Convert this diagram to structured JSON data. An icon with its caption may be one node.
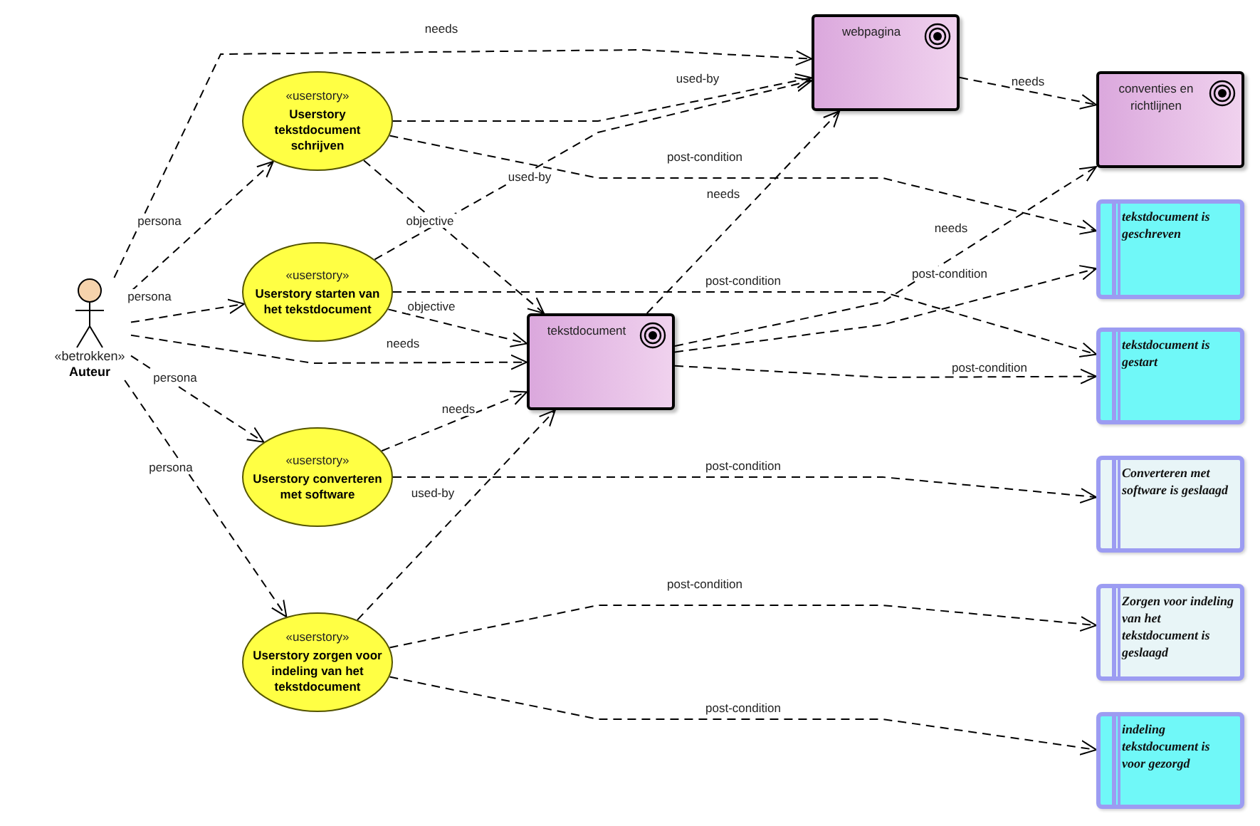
{
  "diagram": {
    "nodes": [
      {
        "text": [
          "«betrokken»",
          "Auteur"
        ]
      },
      {
        "text": [
          "«userstory»",
          "Userstory tekstdocument schrijven"
        ]
      },
      {
        "text": [
          "«userstory»",
          "Userstory starten van het tekstdocument"
        ]
      },
      {
        "text": [
          "«userstory»",
          "Userstory converteren met software"
        ]
      },
      {
        "text": [
          "«userstory»",
          "Userstory zorgen voor indeling van het tekstdocument"
        ]
      },
      {
        "text": [
          "webpagina"
        ]
      },
      {
        "text": [
          "conventies en richtlijnen"
        ]
      },
      {
        "text": [
          "tekstdocument"
        ]
      },
      {
        "text": [
          "tekstdocument is geschreven"
        ]
      },
      {
        "text": [
          "tekstdocument is gestart"
        ]
      },
      {
        "text": [
          "Converteren met software is geslaagd"
        ]
      },
      {
        "text": [
          "Zorgen voor indeling van het tekstdocument is geslaagd"
        ]
      },
      {
        "text": [
          "indeling tekstdocument is voor gezorgd"
        ]
      }
    ],
    "edges": [
      {
        "from": 0,
        "to": 1,
        "arrow": "to",
        "label": "persona"
      },
      {
        "from": 0,
        "to": 5,
        "arrow": "to",
        "label": "needs"
      },
      {
        "from": 0,
        "to": 2,
        "arrow": "to",
        "label": "persona"
      },
      {
        "from": 0,
        "to": 7,
        "arrow": "to",
        "label": "needs"
      },
      {
        "from": 0,
        "to": 3,
        "arrow": "to",
        "label": "persona"
      },
      {
        "from": 0,
        "to": 4,
        "arrow": "to",
        "label": "persona"
      },
      {
        "from": 1,
        "to": 5,
        "arrow": "to",
        "label": "used-by"
      },
      {
        "from": 2,
        "to": 5,
        "arrow": "to",
        "label": "used-by"
      },
      {
        "from": 1,
        "to": 7,
        "arrow": "to",
        "label": "objective"
      },
      {
        "from": 1,
        "to": 8,
        "arrow": "to",
        "label": "post-condition"
      },
      {
        "from": 2,
        "to": 7,
        "arrow": "to",
        "label": "objective"
      },
      {
        "from": 2,
        "to": 9,
        "arrow": "to",
        "label": "post-condition"
      },
      {
        "from": 3,
        "to": 7,
        "arrow": "to",
        "label": "needs"
      },
      {
        "from": 3,
        "to": 10,
        "arrow": "to",
        "label": "post-condition"
      },
      {
        "from": 4,
        "to": 7,
        "arrow": "to",
        "label": "used-by"
      },
      {
        "from": 4,
        "to": 11,
        "arrow": "to",
        "label": "post-condition"
      },
      {
        "from": 4,
        "to": 12,
        "arrow": "to",
        "label": "post-condition"
      },
      {
        "from": 7,
        "to": 5,
        "arrow": "to",
        "label": "needs"
      },
      {
        "from": 7,
        "to": 6,
        "arrow": "to",
        "label": "needs"
      },
      {
        "from": 7,
        "to": 8,
        "arrow": "to",
        "label": "post-condition"
      },
      {
        "from": 7,
        "to": 9,
        "arrow": "to",
        "label": "post-condition"
      },
      {
        "from": 5,
        "to": 6,
        "arrow": "to",
        "label": "needs"
      }
    ]
  }
}
